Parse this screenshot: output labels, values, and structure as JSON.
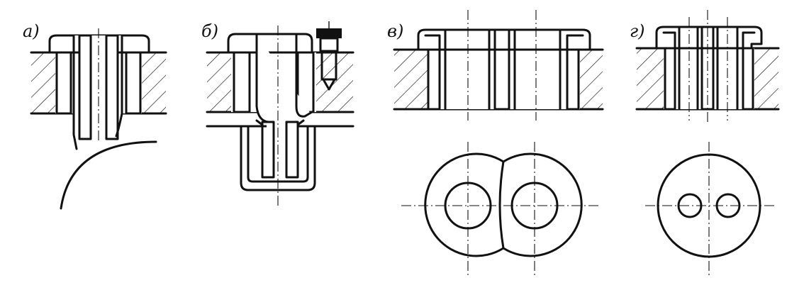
{
  "figure": {
    "panels": [
      {
        "id": "a",
        "label": "а)"
      },
      {
        "id": "b",
        "label": "б)"
      },
      {
        "id": "v",
        "label": "в)"
      },
      {
        "id": "g",
        "label": "г)"
      }
    ]
  }
}
